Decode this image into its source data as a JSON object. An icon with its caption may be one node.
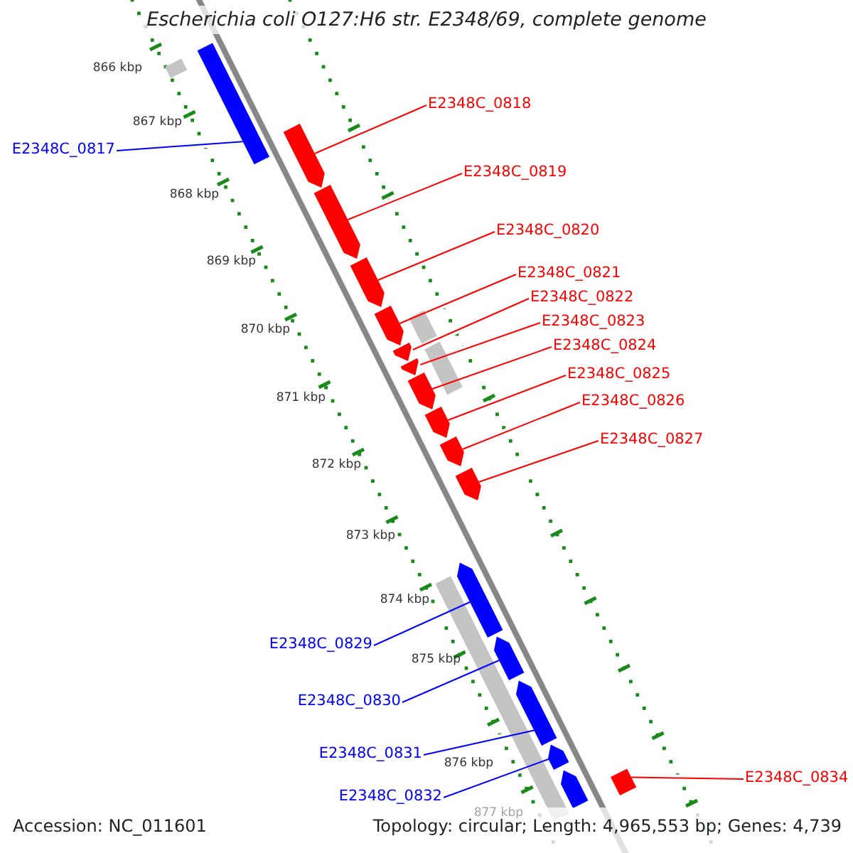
{
  "diagram": {
    "title": "Escherichia coli O127:H6 str. E2348/69, complete genome",
    "nodes": [
      {
        "text": [
          "E2348C_0818"
        ]
      },
      {
        "text": [
          "E2348C_0817"
        ]
      },
      {
        "text": [
          "E2348C_0819"
        ]
      },
      {
        "text": [
          "E2348C_0820"
        ]
      },
      {
        "text": [
          "E2348C_0821"
        ]
      },
      {
        "text": [
          "E2348C_0822"
        ]
      },
      {
        "text": [
          "E2348C_0823"
        ]
      },
      {
        "text": [
          "E2348C_0824"
        ]
      },
      {
        "text": [
          "E2348C_0825"
        ]
      },
      {
        "text": [
          "E2348C_0826"
        ]
      },
      {
        "text": [
          "E2348C_0827"
        ]
      },
      {
        "text": [
          "E2348C_0829"
        ]
      },
      {
        "text": [
          "E2348C_0830"
        ]
      },
      {
        "text": [
          "E2348C_0831"
        ]
      },
      {
        "text": [
          "E2348C_0834"
        ]
      },
      {
        "text": [
          "E2348C_0832"
        ]
      },
      {
        "text": [],
        "shape": "bar"
      },
      {
        "text": [],
        "shape": "bar"
      },
      {
        "text": [],
        "shape": "bar"
      },
      {
        "text": [],
        "shape": "bar"
      },
      {
        "text": [],
        "shape": "bar"
      },
      {
        "text": [],
        "shape": "bar"
      },
      {
        "text": [],
        "shape": "bar"
      },
      {
        "text": [],
        "shape": "bar"
      },
      {
        "text": [],
        "shape": "bar"
      },
      {
        "text": [],
        "shape": "bar"
      },
      {
        "text": [],
        "shape": "bar"
      },
      {
        "text": [],
        "shape": "bar"
      },
      {
        "text": [],
        "shape": "bar"
      },
      {
        "text": [],
        "shape": "bar"
      },
      {
        "text": [],
        "shape": "bar"
      },
      {
        "text": [],
        "shape": "bar"
      },
      {
        "text": [],
        "shape": "bar"
      },
      {
        "text": [],
        "shape": "bar"
      },
      {
        "text": [],
        "shape": "bar"
      },
      {
        "text": [],
        "shape": "bar"
      },
      {
        "text": [],
        "shape": "bar"
      }
    ],
    "edges": [
      {
        "from": 0,
        "to": 18,
        "arrow": "none"
      },
      {
        "from": 1,
        "to": 17,
        "arrow": "none",
        "color": "#0000ff"
      },
      {
        "from": 2,
        "to": 19,
        "arrow": "none"
      },
      {
        "from": 3,
        "to": 20,
        "arrow": "none"
      },
      {
        "from": 4,
        "to": 21,
        "arrow": "none"
      },
      {
        "from": 5,
        "to": 23,
        "arrow": "none"
      },
      {
        "from": 6,
        "to": 25,
        "arrow": "none"
      },
      {
        "from": 7,
        "to": 26,
        "arrow": "none"
      },
      {
        "from": 8,
        "to": 27,
        "arrow": "none"
      },
      {
        "from": 9,
        "to": 28,
        "arrow": "none"
      },
      {
        "from": 10,
        "to": 29,
        "arrow": "none"
      },
      {
        "from": 11,
        "to": 30,
        "arrow": "none",
        "color": "#0000ff"
      },
      {
        "from": 12,
        "to": 32,
        "arrow": "none",
        "color": "#0000ff"
      },
      {
        "from": 13,
        "to": 33,
        "arrow": "none",
        "color": "#0000ff"
      },
      {
        "from": 14,
        "to": 36,
        "arrow": "none"
      },
      {
        "from": 15,
        "to": 34,
        "arrow": "none",
        "color": "#0000ff"
      }
    ],
    "labels": [
      "866 kbp",
      "867 kbp",
      "868 kbp",
      "869 kbp",
      "870 kbp",
      "871 kbp",
      "872 kbp",
      "873 kbp",
      "874 kbp",
      "875 kbp",
      "876 kbp",
      "877 kbp",
      "Accession: NC_011601",
      "Topology: circular; Length: 4,965,553 bp; Genes: 4,739"
    ]
  }
}
